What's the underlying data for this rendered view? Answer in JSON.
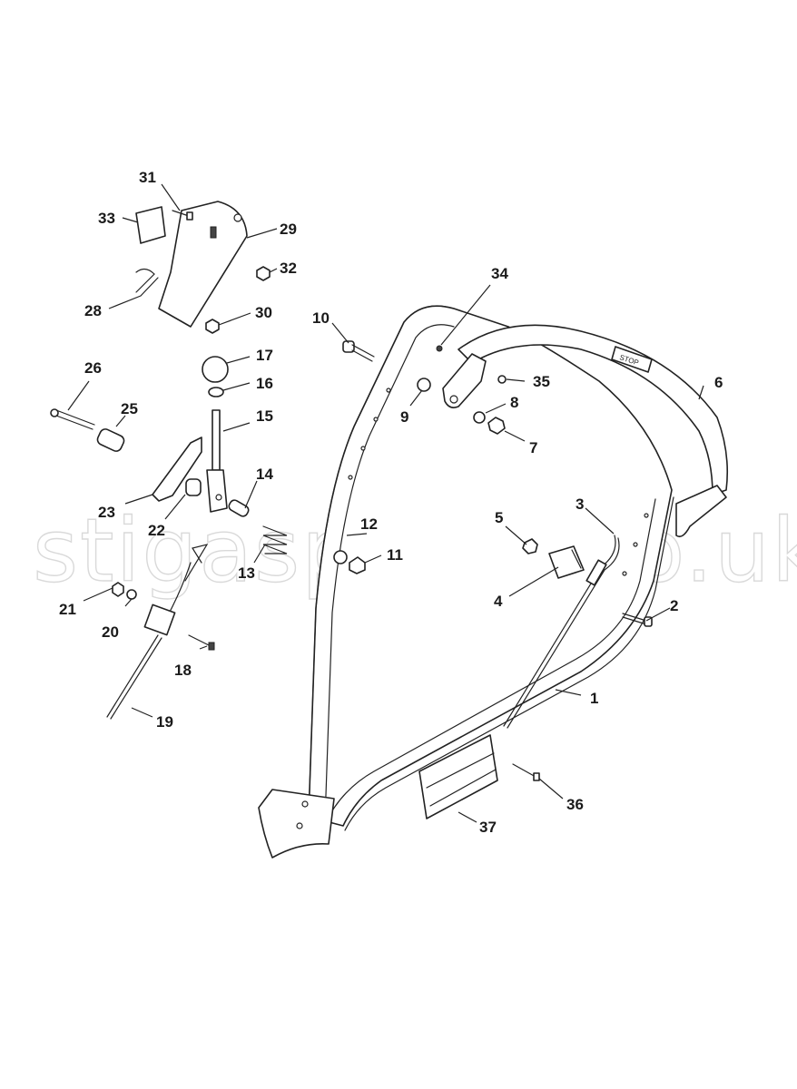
{
  "watermark": "stigaspares.co.uk",
  "stop_label": "STOP",
  "callouts": [
    "1",
    "2",
    "3",
    "4",
    "5",
    "6",
    "7",
    "8",
    "9",
    "10",
    "11",
    "12",
    "13",
    "14",
    "15",
    "16",
    "17",
    "18",
    "19",
    "20",
    "21",
    "22",
    "23",
    "25",
    "26",
    "28",
    "29",
    "30",
    "31",
    "32",
    "33",
    "34",
    "35",
    "36",
    "37"
  ]
}
